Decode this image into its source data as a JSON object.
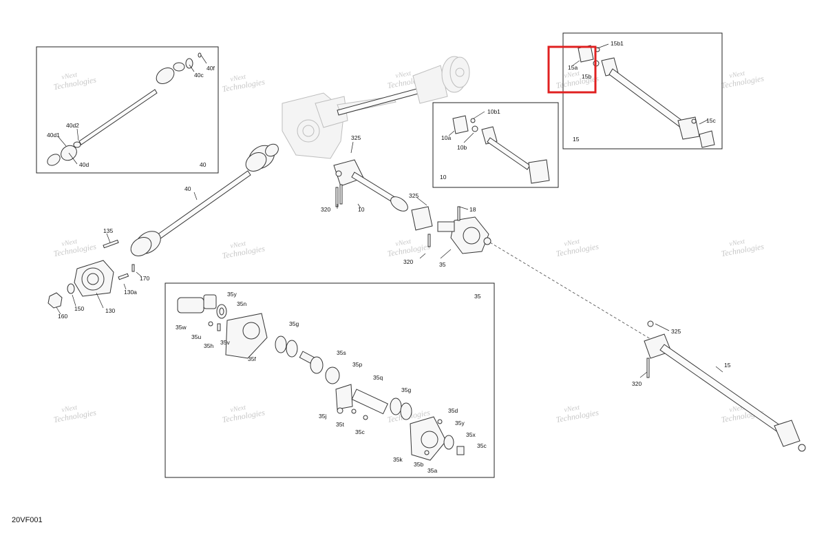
{
  "diagram_code": "20VF001",
  "watermark": {
    "line1": "vNext",
    "line2": "Technologies"
  },
  "callouts": {
    "c40f": "40f",
    "c40c": "40c",
    "c40d2": "40d2",
    "c40d1": "40d1",
    "c40d": "40d",
    "c40_box": "40",
    "c40": "40",
    "c325_top": "325",
    "c320_mid": "320",
    "c10": "10",
    "c325_mid": "325",
    "c18": "18",
    "c320_low": "320",
    "c35": "35",
    "c135": "135",
    "c170": "170",
    "c130a": "130a",
    "c130": "130",
    "c150": "150",
    "c160": "160",
    "c10b1": "10b1",
    "c10a": "10a",
    "c10b": "10b",
    "c10_box": "10",
    "c15b1": "15b1",
    "c15a": "15a",
    "c15b": "15b",
    "c15c": "15c",
    "c15_box": "15",
    "c325_right": "325",
    "c320_right": "320",
    "c15": "15",
    "c35_box": "35",
    "c35y_top": "35y",
    "c35n": "35n",
    "c35w": "35w",
    "c35u": "35u",
    "c35h": "35h",
    "c35v": "35v",
    "c35f": "35f",
    "c35g_top": "35g",
    "c35s": "35s",
    "c35p": "35p",
    "c35q": "35q",
    "c35g_low": "35g",
    "c35j": "35j",
    "c35t": "35t",
    "c35c_mid": "35c",
    "c35d": "35d",
    "c35y_low": "35y",
    "c35x": "35x",
    "c35c_low": "35c",
    "c35k": "35k",
    "c35b": "35b",
    "c35a": "35a"
  },
  "highlight": {
    "target": "15a",
    "color": "#e02020"
  }
}
